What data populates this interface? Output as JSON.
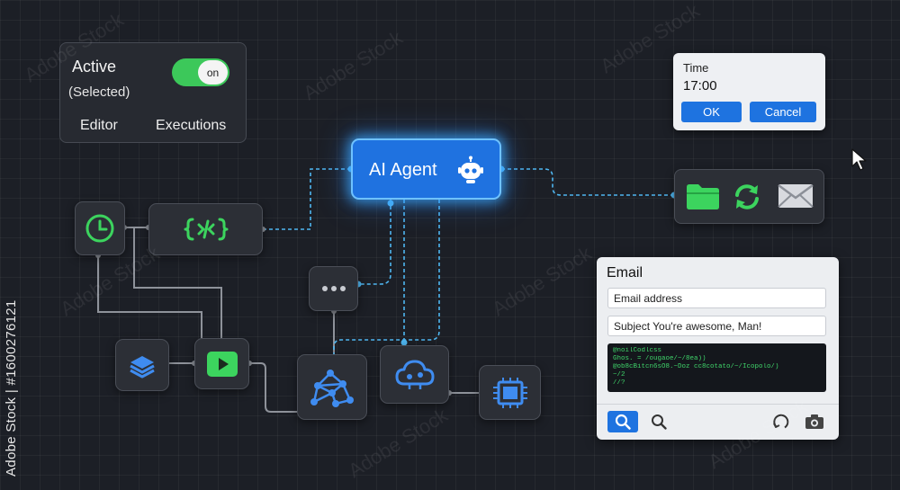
{
  "status_card": {
    "title": "Active",
    "subtitle": "(Selected)",
    "toggle_label": "on",
    "tabs": [
      {
        "label": "Editor"
      },
      {
        "label": "Executions"
      }
    ]
  },
  "agent": {
    "label": "AI Agent",
    "icon": "robot-icon"
  },
  "time_dialog": {
    "label": "Time",
    "value": "17:00",
    "ok_label": "OK",
    "cancel_label": "Cancel"
  },
  "email_panel": {
    "title": "Email",
    "address_placeholder": "Email address",
    "subject_value": "Subject You're awesome, Man!",
    "code_lines": [
      "@noilCodlcss",
      "Ghos. = /ougaoe/~/8ea))",
      "@ob8cBitcn6sO8.~Doz cc8cotato/~/Icopolo/)",
      "~/2",
      "//?"
    ]
  },
  "watermark": {
    "text": "Adobe Stock",
    "side_id": "Adobe Stock | #1600276121"
  },
  "icons": {
    "schedule": "clock-icon",
    "code": "code-icon",
    "layers": "layers-icon",
    "play": "play-icon",
    "chat": "chat-bubble-icon",
    "network": "network-graph-icon",
    "cloud": "cloud-icon",
    "chip": "chip-icon",
    "folder": "folder-icon",
    "sync": "sync-icon",
    "mail": "mail-icon",
    "cursor": "mouse-cursor-icon"
  },
  "colors": {
    "accent_blue": "#1e73e0",
    "accent_green": "#3cc85a",
    "canvas": "#1c1f26",
    "glow": "#6fc2ff"
  }
}
